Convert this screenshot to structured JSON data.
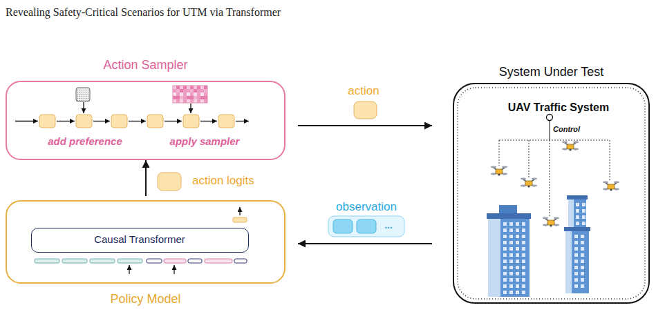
{
  "diagram": {
    "title": "Revealing Safety-Critical Scenarios for UTM via Transformer",
    "nodes": [
      {
        "text": [
          "Action Sampler",
          "add preference",
          "apply sampler"
        ]
      },
      {
        "text": [
          "System Under Test",
          "UAV Traffic System",
          "Control"
        ]
      },
      {
        "text": [
          "Policy Model"
        ]
      },
      {
        "text": [
          "Causal Transformer"
        ],
        "in": 2
      }
    ],
    "edges": [
      {
        "from": 0,
        "to": 1,
        "arrow": "to",
        "label": "action"
      },
      {
        "from": 1,
        "to": 2,
        "arrow": "to",
        "label": "observation"
      },
      {
        "from": 2,
        "to": 0,
        "arrow": "to",
        "label": "action logits"
      }
    ],
    "labels": [
      "..."
    ]
  }
}
